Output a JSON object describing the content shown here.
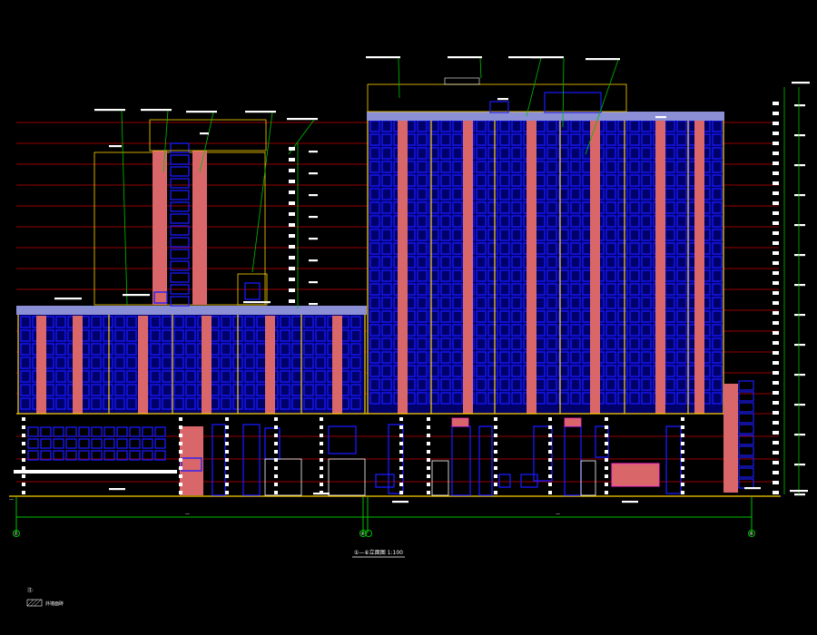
{
  "drawing": {
    "background": "#000000",
    "title_text": "①—⑥立面图 1:100",
    "dim_labels": [
      "—",
      "—",
      "—"
    ],
    "grid_markers": [
      "①",
      "④",
      "⑥"
    ],
    "legend": {
      "heading": "注:",
      "item_label": "外墙面砖"
    },
    "colors": {
      "window_blue": "#1a1aff",
      "pier_salmon": "#d9676a",
      "roof_lavender": "#8b8fd6",
      "outline_yellow": "#ffd400",
      "dim_green": "#00c000",
      "level_red": "#cc0000",
      "tag_white": "#ffffff",
      "highlight_magenta": "#ff2fd0"
    }
  }
}
